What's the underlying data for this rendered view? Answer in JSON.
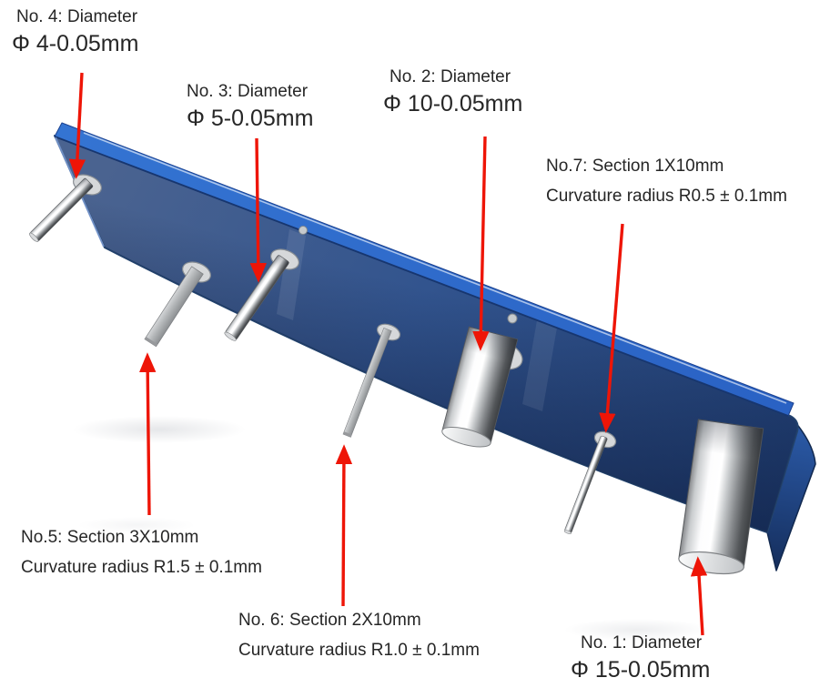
{
  "figure": {
    "background": "#ffffff",
    "colors": {
      "bar_face_blue": "#32548e",
      "bar_top_edge_blue": "#2f6bd0",
      "bar_end_cap_blue": "#1e3f78",
      "metal_chrome": "#d9dbdd",
      "metal_flat_gray": "#b2b5b7",
      "washer_gray": "#d6d8da",
      "arrow_red": "#ee1507",
      "text_color": "#262626"
    }
  },
  "annotations": {
    "no4": {
      "line1": "No. 4: Diameter",
      "line2": "Φ 4-0.05mm",
      "arrow": "down"
    },
    "no3": {
      "line1": "No. 3: Diameter",
      "line2": "Φ 5-0.05mm",
      "arrow": "down"
    },
    "no2": {
      "line1": "No. 2: Diameter",
      "line2": "Φ 10-0.05mm",
      "arrow": "down"
    },
    "no7": {
      "line1": "No.7: Section 1X10mm",
      "line2": "Curvature radius R0.5 ± 0.1mm",
      "arrow": "down"
    },
    "no5": {
      "line1": "No.5: Section 3X10mm",
      "line2": "Curvature radius R1.5 ± 0.1mm",
      "arrow": "up"
    },
    "no6": {
      "line1": "No. 6: Section 2X10mm",
      "line2": "Curvature radius R1.0 ± 0.1mm",
      "arrow": "up"
    },
    "no1": {
      "line1": "No. 1: Diameter",
      "line2": "Φ 15-0.05mm",
      "arrow": "up"
    }
  }
}
